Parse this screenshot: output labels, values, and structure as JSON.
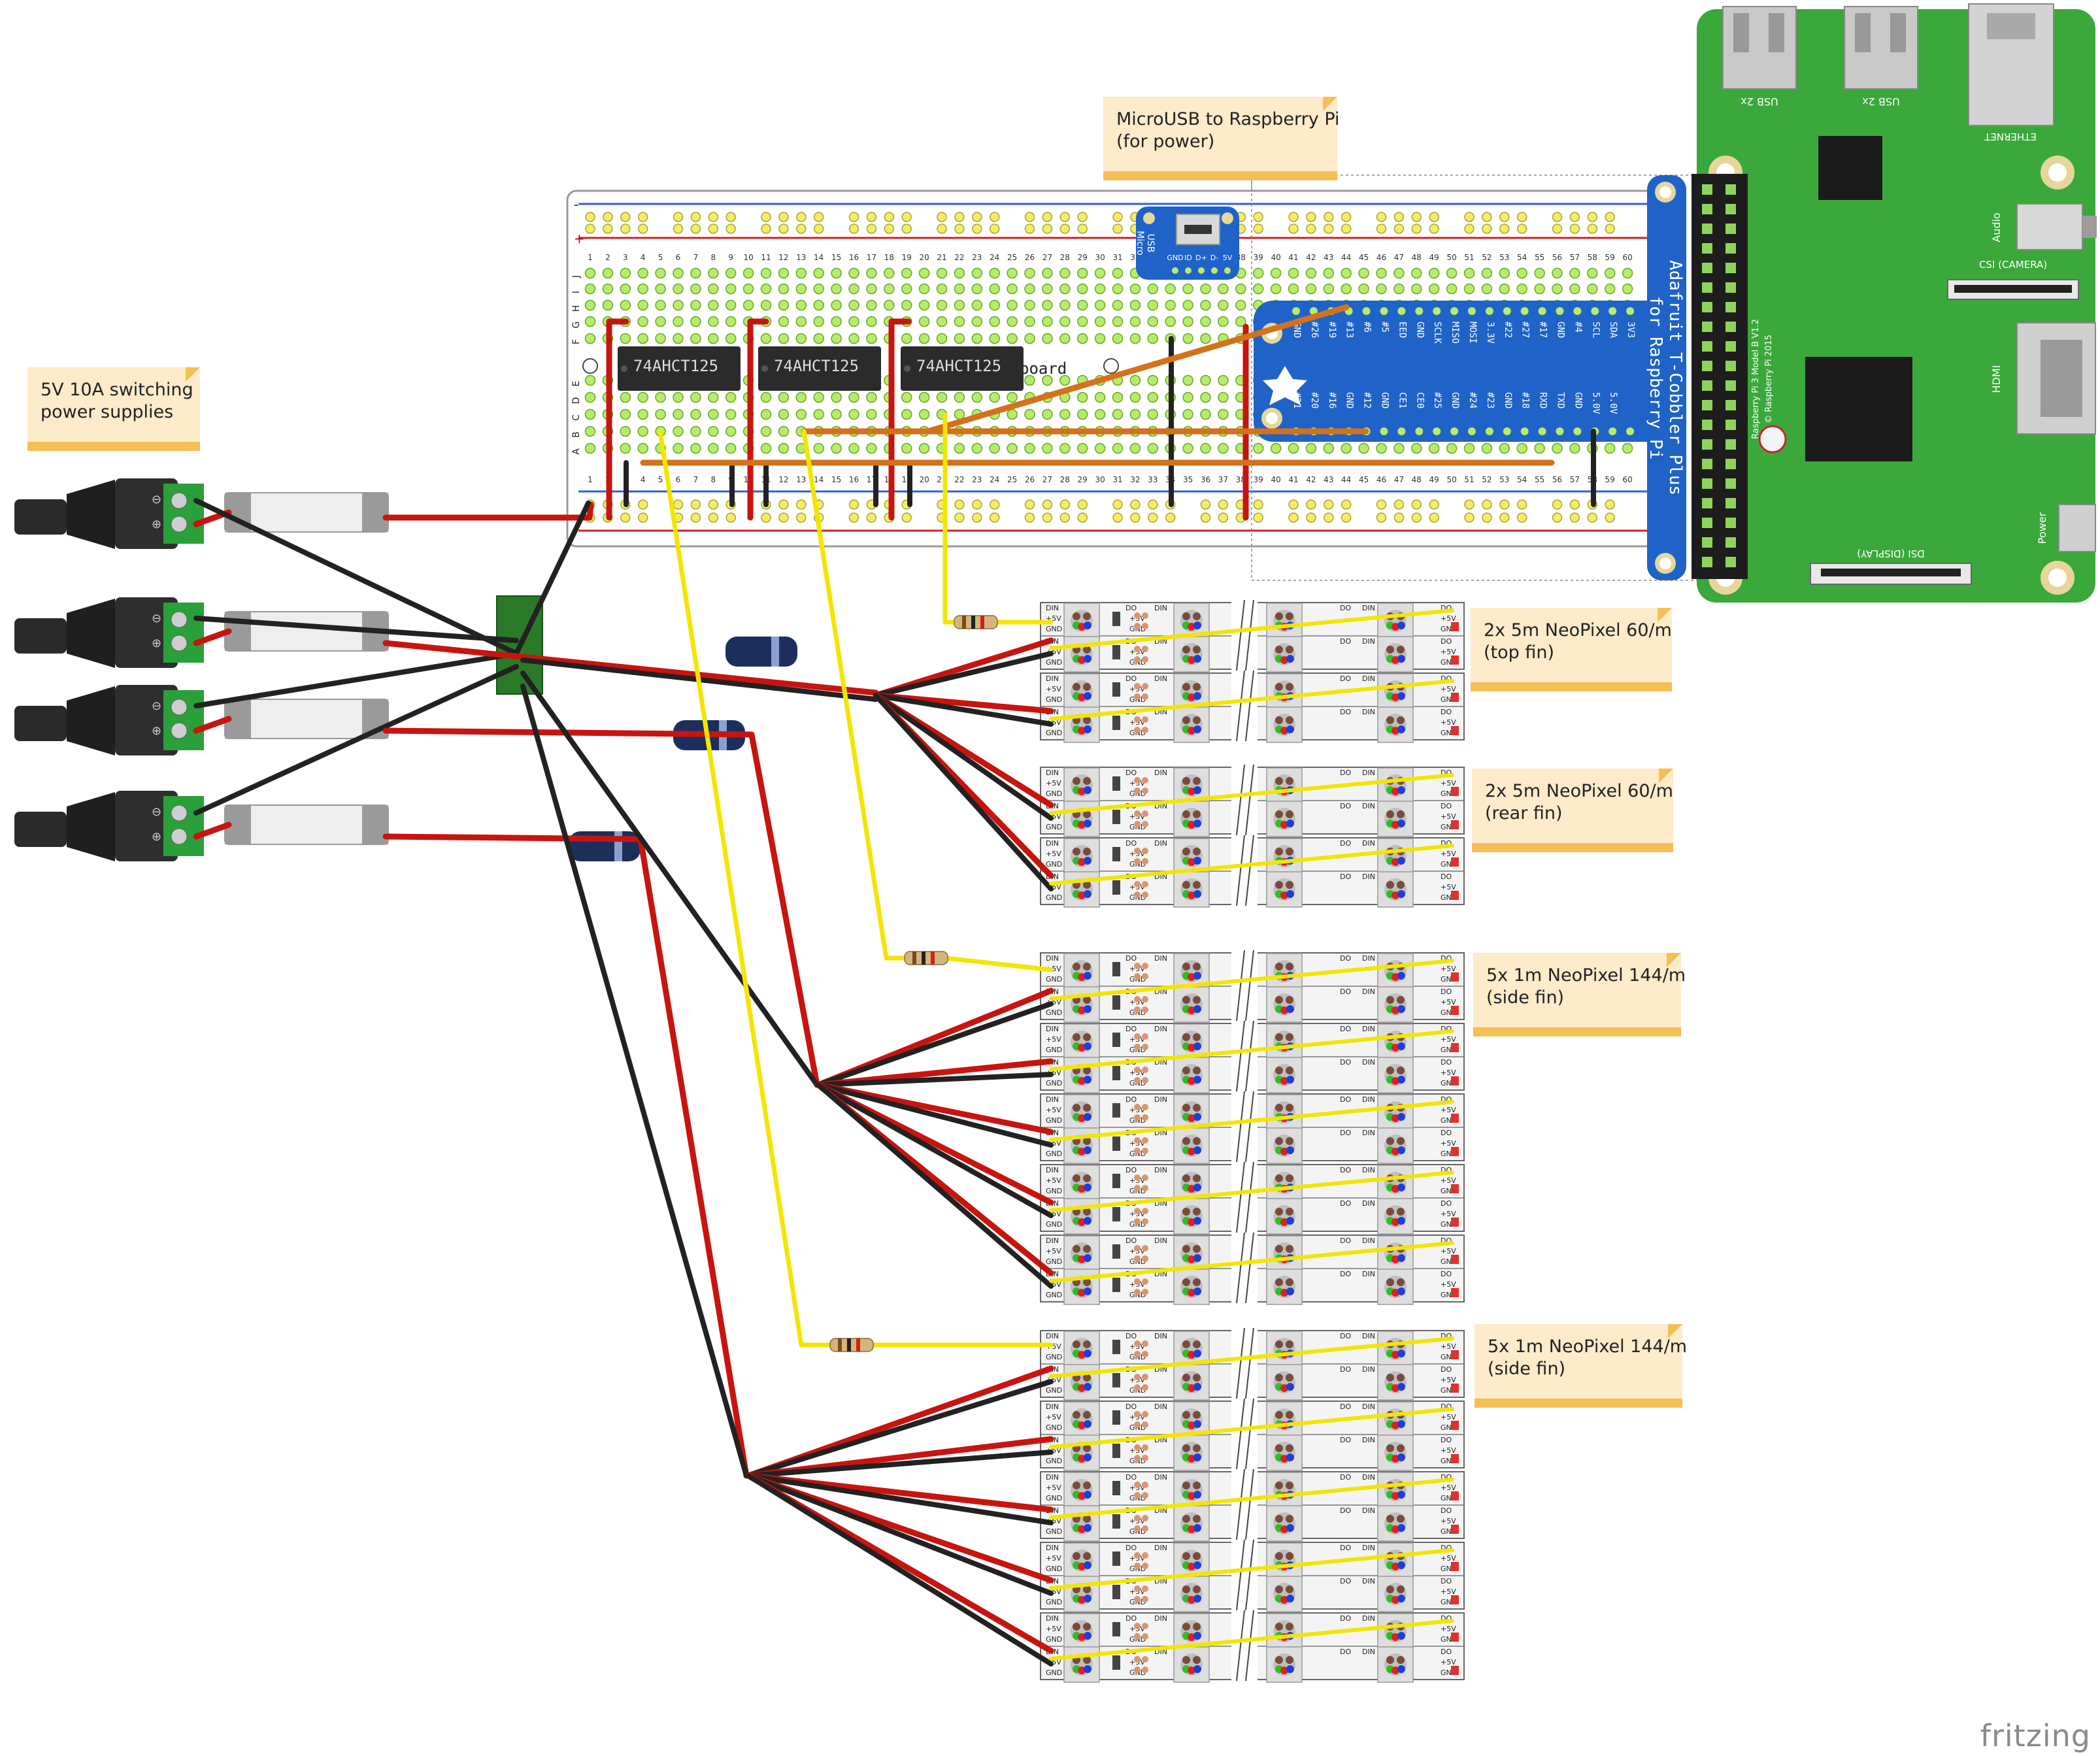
{
  "notes": {
    "power_supplies": [
      "5V 10A switching",
      "power supplies"
    ],
    "microusb": [
      "MicroUSB to Raspberry Pi",
      "(for power)"
    ],
    "top_fin": [
      "2x 5m NeoPixel 60/m",
      "(top fin)"
    ],
    "rear_fin": [
      "2x 5m NeoPixel 60/m",
      "(rear fin)"
    ],
    "side_fin_1": [
      "5x 1m NeoPixel 144/m",
      "(side fin)"
    ],
    "side_fin_2": [
      "5x 1m NeoPixel 144/m",
      "(side fin)"
    ]
  },
  "breadboard": {
    "rows": [
      "J",
      "I",
      "H",
      "G",
      "F",
      "E",
      "D",
      "C",
      "B",
      "A"
    ],
    "chip_label": "74AHCT125",
    "partial_label": "board"
  },
  "cobbler": {
    "title_1": "Adafruit T-Cobbler Plus",
    "title_2": "for Raspberry Pi",
    "top_pins": [
      "GND",
      "#26",
      "#19",
      "#13",
      "#6",
      "#5",
      "EED",
      "GND",
      "SCLK",
      "MISO",
      "MOSI",
      "3.3V",
      "#22",
      "#27",
      "#17",
      "GND",
      "#4",
      "SCL",
      "SDA",
      "3V3"
    ],
    "bottom_pins": [
      "#21",
      "#20",
      "#16",
      "GND",
      "#12",
      "GND",
      "CE1",
      "CE0",
      "#25",
      "GND",
      "#24",
      "#23",
      "GND",
      "#18",
      "RXD",
      "TXD",
      "GND",
      "5.0V",
      "5.0V"
    ]
  },
  "microusb_board": {
    "label_1": "USB",
    "label_2": "Micro",
    "pins": [
      "GND",
      "ID",
      "D+",
      "D-",
      "5V"
    ]
  },
  "pi": {
    "usb_1": "USB 2x",
    "usb_2": "USB 2x",
    "ethernet": "ETHERNET",
    "audio": "Audio",
    "csi": "CSI (CAMERA)",
    "hdmi": "HDMI",
    "dsi": "DSI (DISPLAY)",
    "power": "Power",
    "model": "Raspberry Pi 3 Model B V1.2",
    "copyright": "© Raspberry Pi 2015"
  },
  "strip_labels": {
    "din": "DIN",
    "do": "DO",
    "v5": "+5V",
    "gnd": "GND"
  },
  "watermark": "fritzing",
  "colors": {
    "red_wire": "#c8140f",
    "black_wire": "#222222",
    "yellow_wire": "#f2e600",
    "orange_wire": "#d4711a",
    "pi_green": "#3aa83b",
    "cobbler_blue": "#1f63c8",
    "note_bg": "#fdebc9",
    "note_bar": "#f4bf55"
  }
}
